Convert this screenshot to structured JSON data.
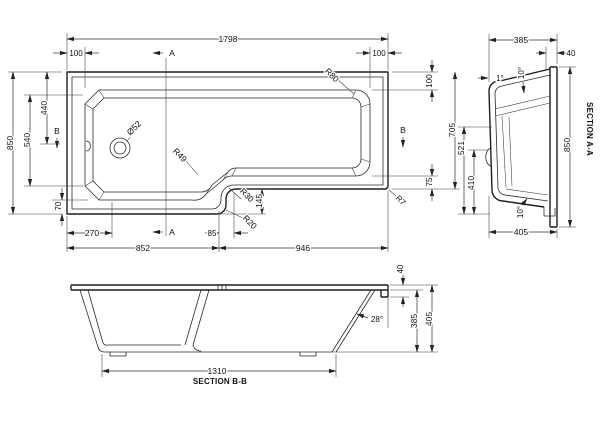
{
  "plan": {
    "length_overall": "1798",
    "offset_left": "100",
    "offset_right": "100",
    "corner_radius_r80": "R80",
    "width_overall": "850",
    "dim_440": "440",
    "dim_540": "540",
    "dim_70": "70",
    "right_offset_top": "100",
    "right_width": "705",
    "right_offset_bottom": "75",
    "corner_radius_r7": "R7",
    "drain_diameter": "Ø52",
    "radius_r49": "R49",
    "radius_r30": "R30",
    "radius_r20": "R20",
    "step_height": "145",
    "step_offset": "85",
    "length_left": "852",
    "length_right": "946",
    "dim_270": "270",
    "section_marker_a": "A",
    "section_marker_b": "B"
  },
  "section_aa": {
    "label": "SECTION A-A",
    "depth_top": "385",
    "rim_lip": "40",
    "wall_angle": "1°",
    "rim_angle": "10°",
    "base_angle": "10°",
    "width": "850",
    "dim_521": "521",
    "dim_410": "410",
    "depth_overall": "405"
  },
  "section_bb": {
    "label": "SECTION B-B",
    "rim_lip": "40",
    "backrest_angle": "28°",
    "height_inner": "385",
    "height_overall": "405",
    "base_length": "1310"
  }
}
